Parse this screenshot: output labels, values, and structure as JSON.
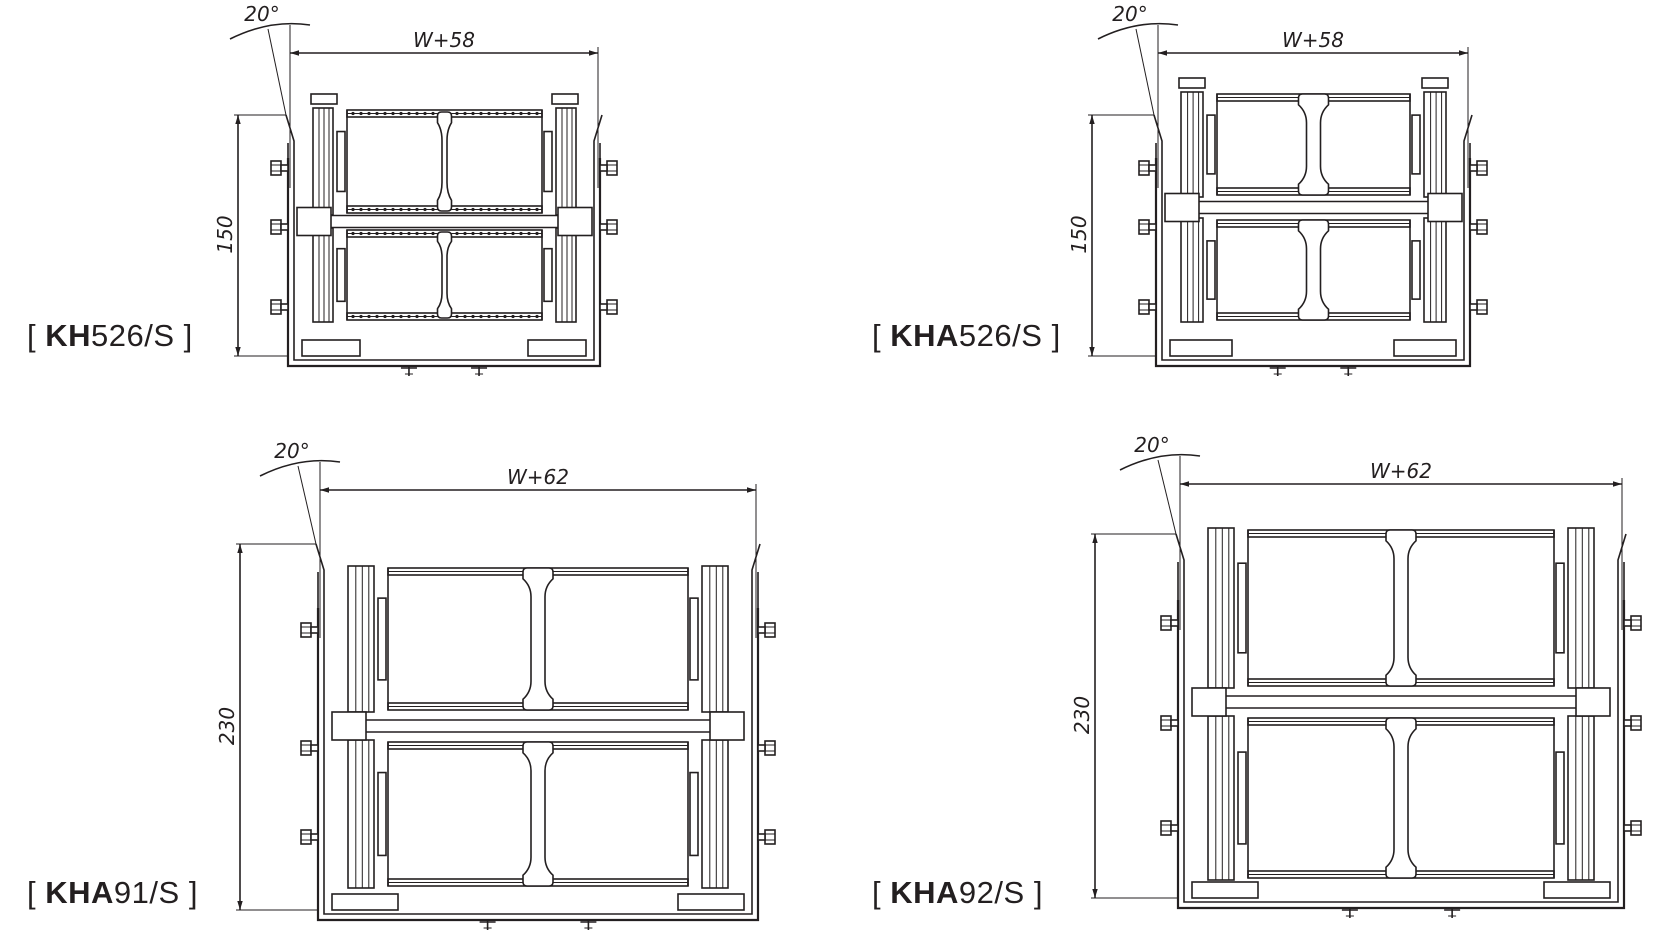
{
  "panels": [
    {
      "id": "kh526s",
      "label_bold": "KH",
      "label_rest": "526/S",
      "width_dim": "W+58",
      "height_dim": "150",
      "angle_dim": "20°",
      "rail": "perforated"
    },
    {
      "id": "kha526s",
      "label_bold": "KHA",
      "label_rest": "526/S",
      "width_dim": "W+58",
      "height_dim": "150",
      "angle_dim": "20°",
      "rail": "solid"
    },
    {
      "id": "kha91s",
      "label_bold": "KHA",
      "label_rest": "91/S",
      "width_dim": "W+62",
      "height_dim": "230",
      "angle_dim": "20°",
      "rail": "solid"
    },
    {
      "id": "kha92s",
      "label_bold": "KHA",
      "label_rest": "92/S",
      "width_dim": "W+62",
      "height_dim": "230",
      "angle_dim": "20°",
      "rail": "solid"
    }
  ],
  "bracket_open": "[",
  "bracket_close": "]",
  "colors": {
    "line": "#231f20",
    "background": "#ffffff"
  }
}
